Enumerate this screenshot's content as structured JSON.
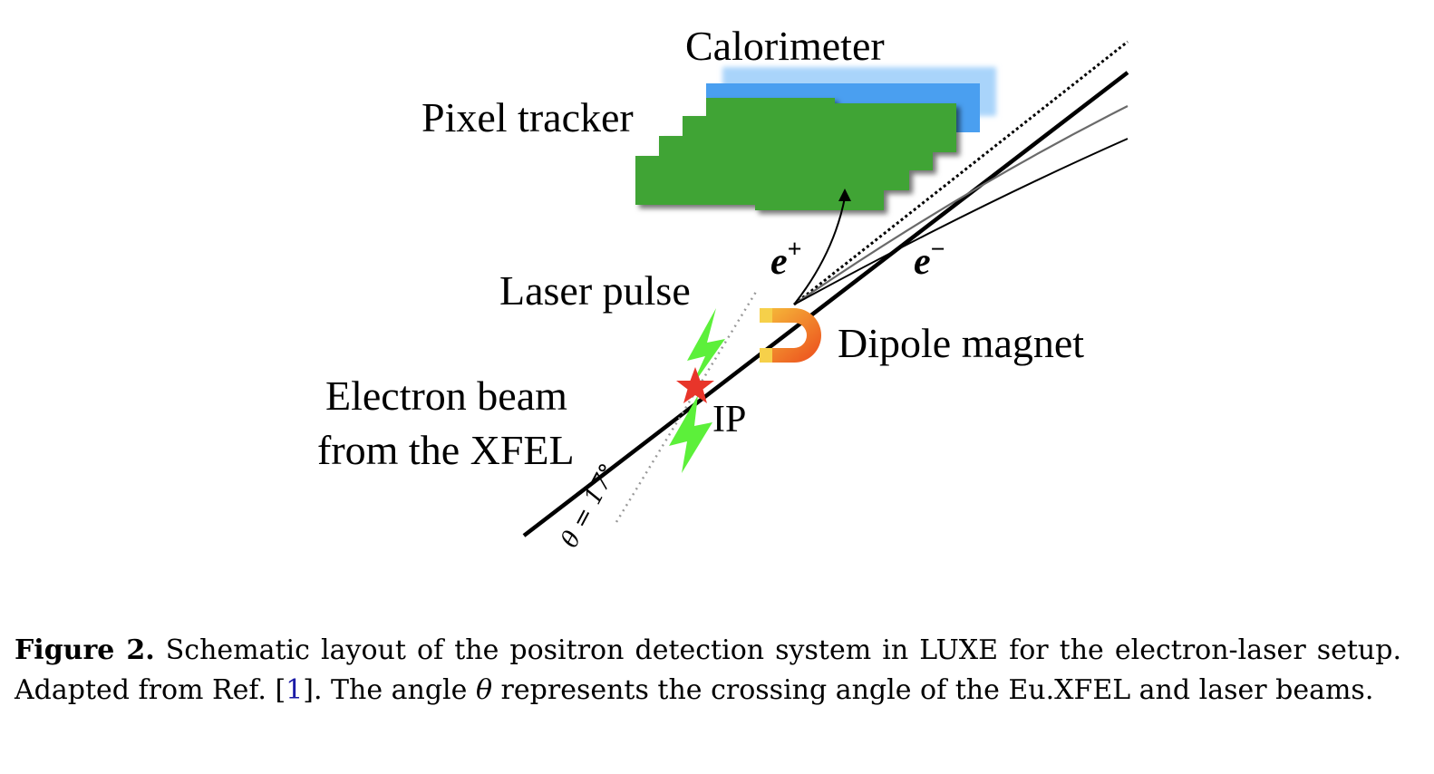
{
  "figure": {
    "labels": {
      "calorimeter": "Calorimeter",
      "pixel_tracker": "Pixel tracker",
      "laser_pulse": "Laser pulse",
      "dipole_magnet": "Dipole magnet",
      "electron_beam_line1": "Electron beam",
      "electron_beam_line2": "from the XFEL",
      "ip": "IP",
      "positron": "e",
      "positron_sup": "+",
      "electron": "e",
      "electron_sup": "−",
      "angle": "θ = 17°"
    },
    "colors": {
      "calorimeter": "#4a9ff0",
      "tracker": "#3fa436",
      "laser": "#5cf03a",
      "ip_star": "#e8352a",
      "magnet_outer": "#ee5a1f",
      "magnet_inner": "#f6b73c",
      "beam": "#000000",
      "track_grey": "#6a6a6a"
    }
  },
  "caption": {
    "label": "Figure 2.",
    "text_before_ref": " Schematic layout of the positron detection system in LUXE for the electron-laser setup.  Adapted from Ref. [",
    "ref": "1",
    "text_after_ref": "].  The angle ",
    "theta": "θ",
    "text_end": " represents the crossing angle of the Eu.XFEL and laser beams."
  }
}
